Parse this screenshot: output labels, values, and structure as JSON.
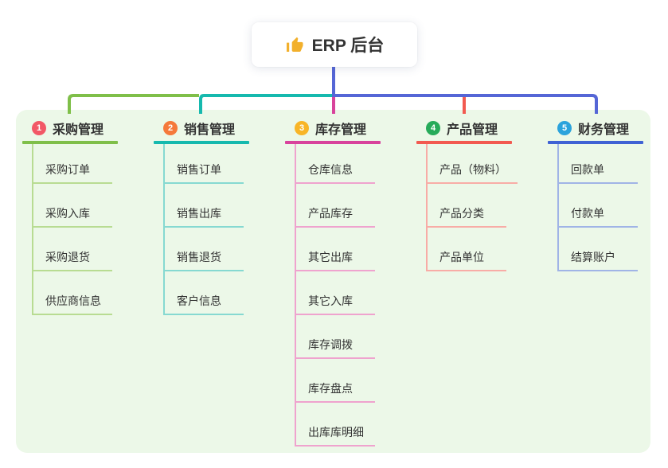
{
  "root": {
    "label": "ERP 后台",
    "icon": "thumbs-up-icon"
  },
  "panel_bg": "#ecf8e8",
  "connector_colors": {
    "stem": "#5566d6"
  },
  "branches": [
    {
      "number": "1",
      "label": "采购管理",
      "badge_color": "#f25866",
      "color_main": "#7fbf49",
      "color_light": "#b8dc92",
      "children": [
        "采购订单",
        "采购入库",
        "采购退货",
        "供应商信息"
      ]
    },
    {
      "number": "2",
      "label": "销售管理",
      "badge_color": "#f5793b",
      "color_main": "#16b9ae",
      "color_light": "#86d9d1",
      "children": [
        "销售订单",
        "销售出库",
        "销售退货",
        "客户信息"
      ]
    },
    {
      "number": "3",
      "label": "库存管理",
      "badge_color": "#f8b527",
      "color_main": "#d8439c",
      "color_light": "#efa3ce",
      "children": [
        "仓库信息",
        "产品库存",
        "其它出库",
        "其它入库",
        "库存调拨",
        "库存盘点",
        "出库库明细"
      ]
    },
    {
      "number": "4",
      "label": "产品管理",
      "badge_color": "#27ab5a",
      "color_main": "#f25a50",
      "color_light": "#f8aca6",
      "children": [
        "产品（物料）",
        "产品分类",
        "产品单位"
      ]
    },
    {
      "number": "5",
      "label": "财务管理",
      "badge_color": "#2ba3dc",
      "color_main": "#3f62d4",
      "color_light": "#a0b4e6",
      "children": [
        "回款单",
        "付款单",
        "结算账户"
      ]
    }
  ]
}
